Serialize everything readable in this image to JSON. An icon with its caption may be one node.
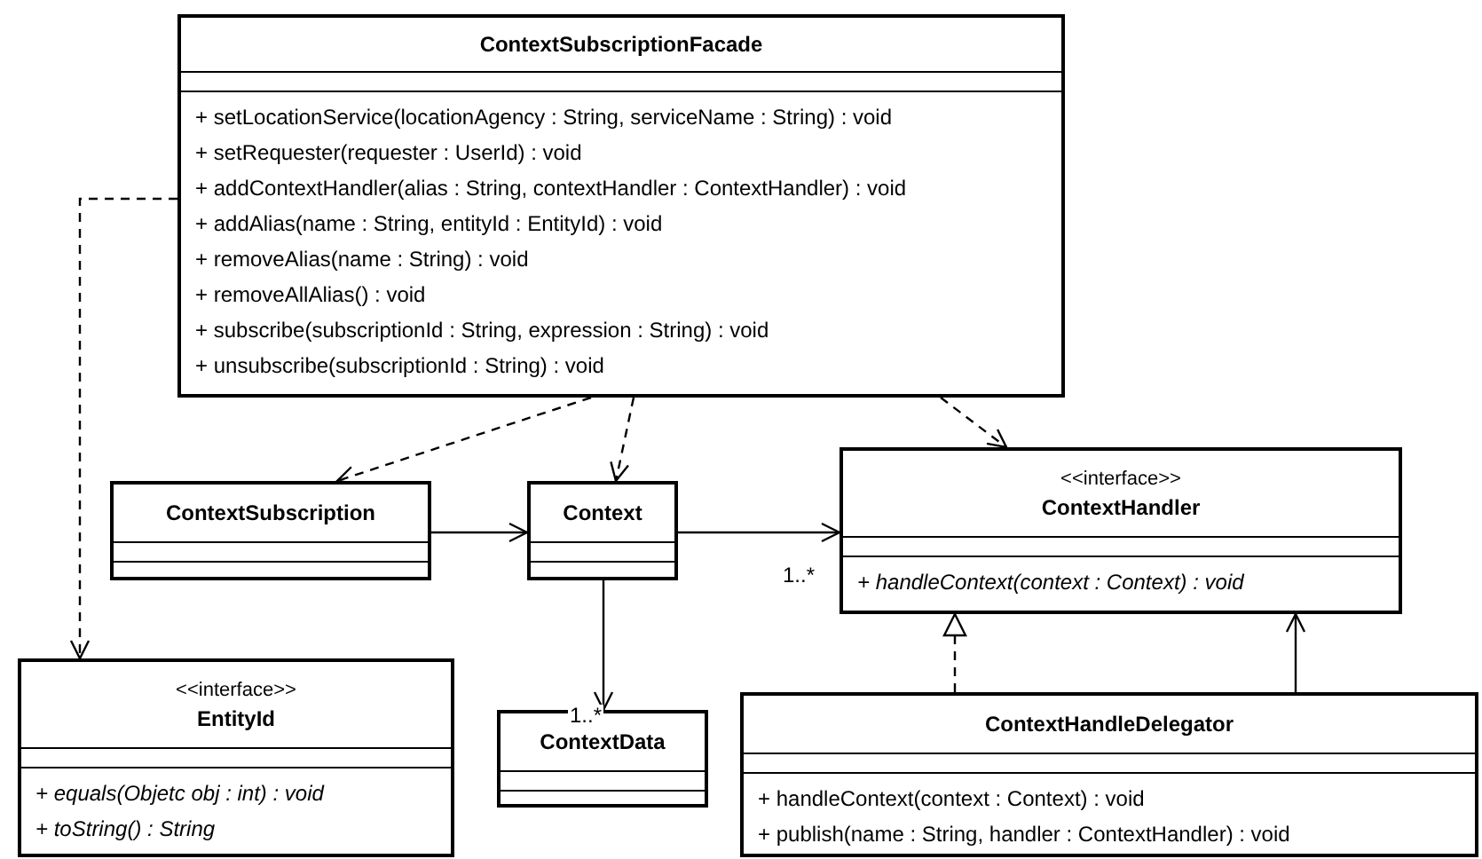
{
  "diagram": {
    "nodes": [
      {
        "text": [
          "ContextSubscriptionFacade",
          "+ setLocationService(locationAgency : String, serviceName : String) : void",
          "+ setRequester(requester : UserId) : void",
          "+ addContextHandler(alias : String, contextHandler : ContextHandler) : void",
          "+ addAlias(name : String, entityId : EntityId) : void",
          "+ removeAlias(name : String) : void",
          "+ removeAllAlias() : void",
          "+ subscribe(subscriptionId : String, expression : String) : void",
          "+ unsubscribe(subscriptionId : String) : void"
        ]
      },
      {
        "text": [
          "ContextSubscription"
        ]
      },
      {
        "text": [
          "Context"
        ]
      },
      {
        "text": [
          "<<interface>>",
          "ContextHandler",
          "+ handleContext(context : Context) : void"
        ]
      },
      {
        "text": [
          "<<interface>>",
          "EntityId",
          "+ equals(Objetc obj : int) : void",
          "+ toString() : String"
        ]
      },
      {
        "text": [
          "ContextData"
        ]
      },
      {
        "text": [
          "ContextHandleDelegator",
          "+ handleContext(context : Context) : void",
          "+ publish(name : String, handler : ContextHandler) : void"
        ]
      }
    ],
    "edges": [
      {
        "from": 0,
        "to": 4,
        "arrow": "to",
        "style": "dashed"
      },
      {
        "from": 0,
        "to": 1,
        "arrow": "to",
        "style": "dashed"
      },
      {
        "from": 0,
        "to": 2,
        "arrow": "to",
        "style": "dashed"
      },
      {
        "from": 0,
        "to": 3,
        "arrow": "to",
        "style": "dashed"
      },
      {
        "from": 1,
        "to": 2,
        "arrow": "to"
      },
      {
        "from": 2,
        "to": 3,
        "arrow": "to",
        "label": "1..*"
      },
      {
        "from": 2,
        "to": 5,
        "arrow": "to",
        "label": "1..*"
      },
      {
        "from": 6,
        "to": 3,
        "arrow": "to",
        "style": "dashed"
      },
      {
        "from": 6,
        "to": 3,
        "arrow": "to"
      }
    ]
  }
}
